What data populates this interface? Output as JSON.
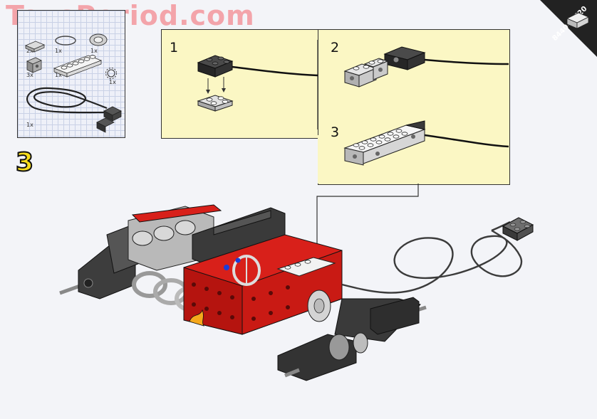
{
  "watermark": "ToysPeriod.com",
  "corner_code": "8440+8720",
  "main_step": "3",
  "parts": {
    "quantities": [
      "2x",
      "1x",
      "1x",
      "3x",
      "1x",
      "1x",
      "1x"
    ]
  },
  "substeps": {
    "step1": "1",
    "step2": "2",
    "step3": "3"
  },
  "colors": {
    "callout_fill": "#fbf7c4",
    "model_red": "#d8201a",
    "dark_gray": "#444444",
    "light_gray": "#d2d2d2"
  }
}
